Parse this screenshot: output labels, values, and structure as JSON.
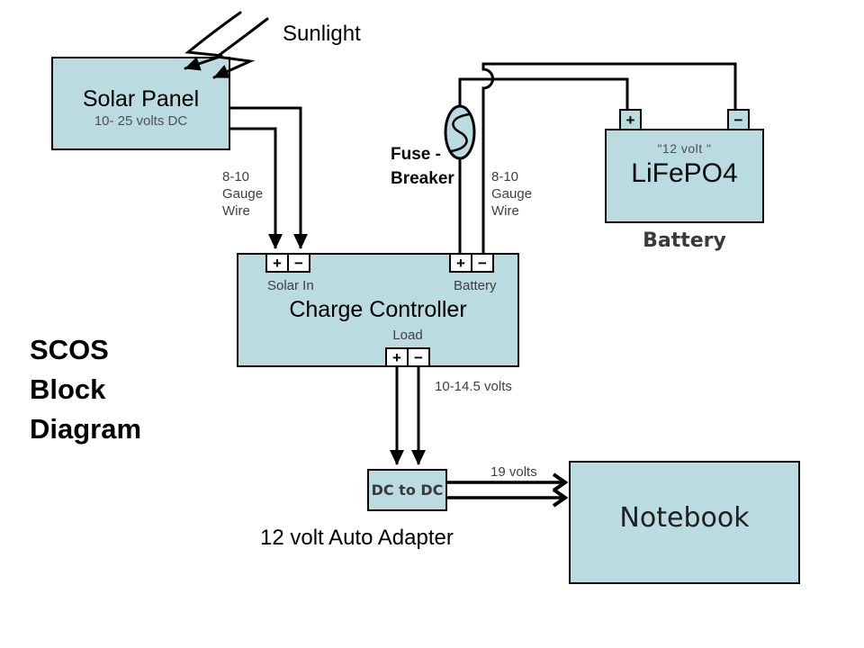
{
  "title": "SCOS\nBlock\nDiagram",
  "sunlight": {
    "label": "Sunlight"
  },
  "solar_panel": {
    "name": "Solar Panel",
    "voltage": "10- 25 volts DC"
  },
  "fuse": {
    "label": "Fuse -\nBreaker"
  },
  "gauge_wire": {
    "label": "8-10\nGauge\nWire"
  },
  "battery": {
    "rating": "\"12 volt \"",
    "chemistry": "LiFePO4",
    "caption": "Battery"
  },
  "charge_controller": {
    "name": "Charge Controller",
    "solar_in_label": "Solar In",
    "battery_label": "Battery",
    "load_label": "Load"
  },
  "load_output": {
    "voltage": "10-14.5 volts"
  },
  "dc_converter": {
    "name": "DC to DC",
    "output_voltage": "19 volts",
    "caption": "12 volt Auto Adapter"
  },
  "notebook": {
    "name": "Notebook"
  },
  "symbols": {
    "plus": "+",
    "minus": "−"
  },
  "colors": {
    "box_fill": "#badbdf",
    "wire": "#000000",
    "label_gray": "#3f3f3f"
  }
}
